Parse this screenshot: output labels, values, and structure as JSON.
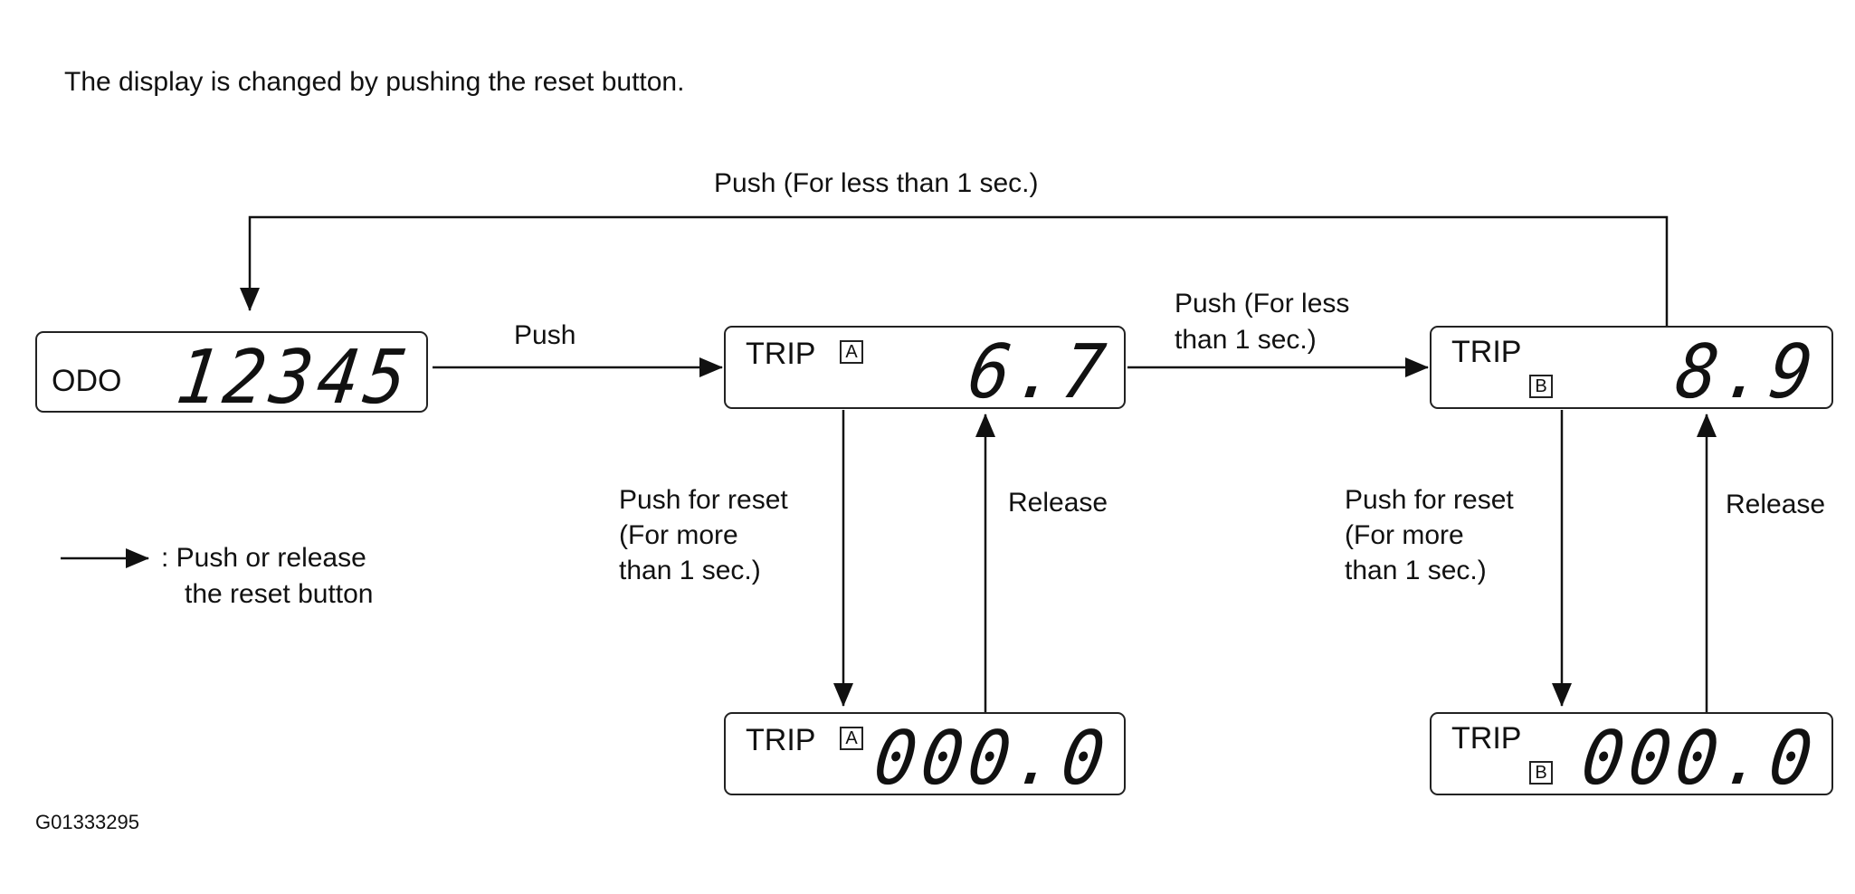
{
  "intro": "The display is changed by pushing the reset button.",
  "labels": {
    "top_loop": "Push (For less than 1 sec.)",
    "odo_to_tripa": "Push",
    "tripa_to_tripb_1": "Push (For less",
    "tripa_to_tripb_2": "than 1 sec.)",
    "reset_a_1": "Push for reset",
    "reset_a_2": "(For more",
    "reset_a_3": "than 1 sec.)",
    "release_a": "Release",
    "reset_b_1": "Push for reset",
    "reset_b_2": "(For more",
    "reset_b_3": "than 1 sec.)",
    "release_b": "Release"
  },
  "legend": {
    "line1": ": Push or release",
    "line2": "the reset button"
  },
  "displays": {
    "odo": {
      "label": "ODO",
      "value": "12345"
    },
    "trip_a": {
      "label": "TRIP",
      "mark": "A",
      "value": "6.7"
    },
    "trip_b": {
      "label": "TRIP",
      "mark": "B",
      "value": "8.9"
    },
    "trip_a_reset": {
      "label": "TRIP",
      "mark": "A",
      "value": "000.0"
    },
    "trip_b_reset": {
      "label": "TRIP",
      "mark": "B",
      "value": "000.0"
    }
  },
  "figure_code": "G01333295"
}
